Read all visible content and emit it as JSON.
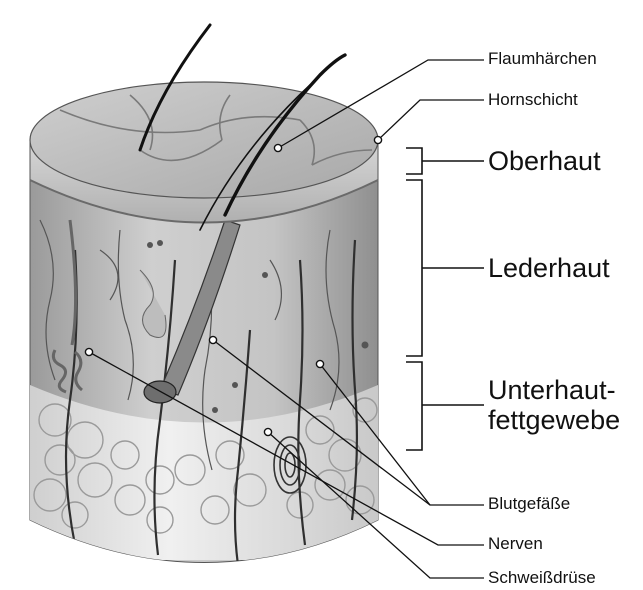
{
  "labels": {
    "flaumhaerchen": "Flaumhärchen",
    "hornschicht": "Hornschicht",
    "oberhaut": "Oberhaut",
    "lederhaut": "Lederhaut",
    "unterhaut_line1": "Unterhaut-",
    "unterhaut_line2": "fettgewebe",
    "blutgefaesse": "Blutgefäße",
    "nerven": "Nerven",
    "schweissdruese": "Schweißdrüse"
  },
  "colors": {
    "line": "#111111",
    "skin_light": "#d9d9d9",
    "skin_mid": "#b8b8b8",
    "skin_dark": "#8c8c8c",
    "fat": "#e9e9e9",
    "vessel": "#3a3a3a"
  }
}
